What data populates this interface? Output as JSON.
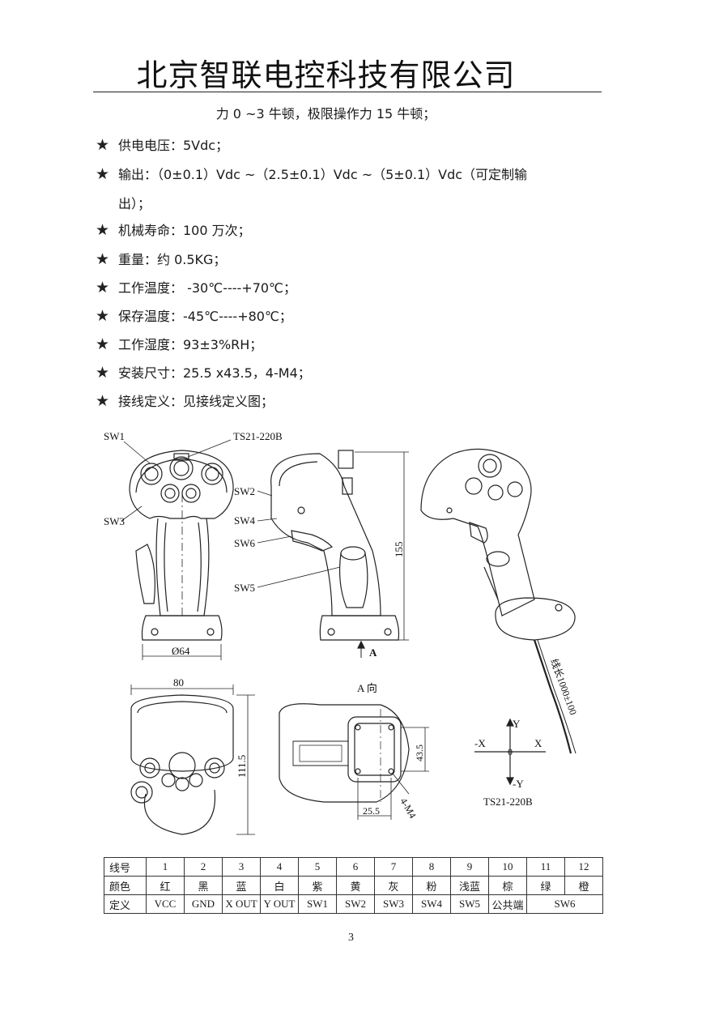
{
  "header": {
    "company": "北京智联电控科技有限公司"
  },
  "intro_line": "力 0 ~3  牛顿，极限操作力 15 牛顿；",
  "specs": [
    "供电电压：5Vdc；",
    "输出：（0±0.1）Vdc ~（2.5±0.1）Vdc ~（5±0.1）Vdc（可定制输",
    "机械寿命：100 万次；",
    "重量：约  0.5KG；",
    "工作温度：  -30℃----+70℃；",
    "保存温度：-45℃----+80℃；",
    "工作湿度：93±3%RH；",
    "安装尺寸：25.5 x43.5，4-M4；",
    "接线定义：见接线定义图；"
  ],
  "spec_continuation": "出）；",
  "star_glyph": "★",
  "drawing": {
    "labels": {
      "sw1": "SW1",
      "sw2": "SW2",
      "sw3": "SW3",
      "sw4": "SW4",
      "sw5": "SW5",
      "sw6": "SW6",
      "model_top": "TS21-220B",
      "model_bottom": "TS21-220B",
      "dia": "Ø64",
      "height": "155",
      "arrow_a": "A",
      "width80": "80",
      "depth": "111.5",
      "view_a": "A 向",
      "dim_43": "43.5",
      "dim_25": "25.5",
      "m4": "4-M4",
      "cable": "线长1000±100",
      "axis_y": "Y",
      "axis_ny": "-Y",
      "axis_x": "X",
      "axis_nx": "-X",
      "axis_0": "0"
    }
  },
  "wire_table": {
    "row_labels": [
      "线号",
      "颜色",
      "定义"
    ],
    "numbers": [
      "1",
      "2",
      "3",
      "4",
      "5",
      "6",
      "7",
      "8",
      "9",
      "10",
      "11",
      "12"
    ],
    "colors": [
      "红",
      "黑",
      "蓝",
      "白",
      "紫",
      "黄",
      "灰",
      "粉",
      "浅蓝",
      "棕",
      "绿",
      "橙"
    ],
    "definitions": [
      "VCC",
      "GND",
      "X OUT",
      "Y OUT",
      "SW1",
      "SW2",
      "SW3",
      "SW4",
      "SW5",
      "公共端",
      "SW6"
    ]
  },
  "page_number": "3"
}
